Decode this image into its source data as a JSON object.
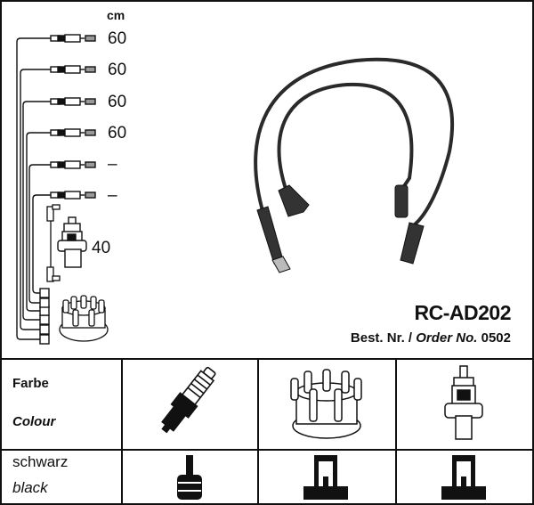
{
  "diagram": {
    "unit_label": "cm",
    "cable_lengths": [
      "60",
      "60",
      "60",
      "60",
      "–",
      "–"
    ],
    "coil_cable_length": "40",
    "product_code": "RC-AD202",
    "order_label_de": "Best. Nr. /",
    "order_label_en": "Order No.",
    "order_number": "0502"
  },
  "table": {
    "header_de": "Farbe",
    "header_en": "Colour",
    "columns": [
      "spark-plug",
      "distributor-cap",
      "ignition-coil"
    ],
    "colour_de": "schwarz",
    "colour_en": "black"
  },
  "colors": {
    "ink": "#111111",
    "cable": "#2a2a2a",
    "background": "#ffffff"
  }
}
